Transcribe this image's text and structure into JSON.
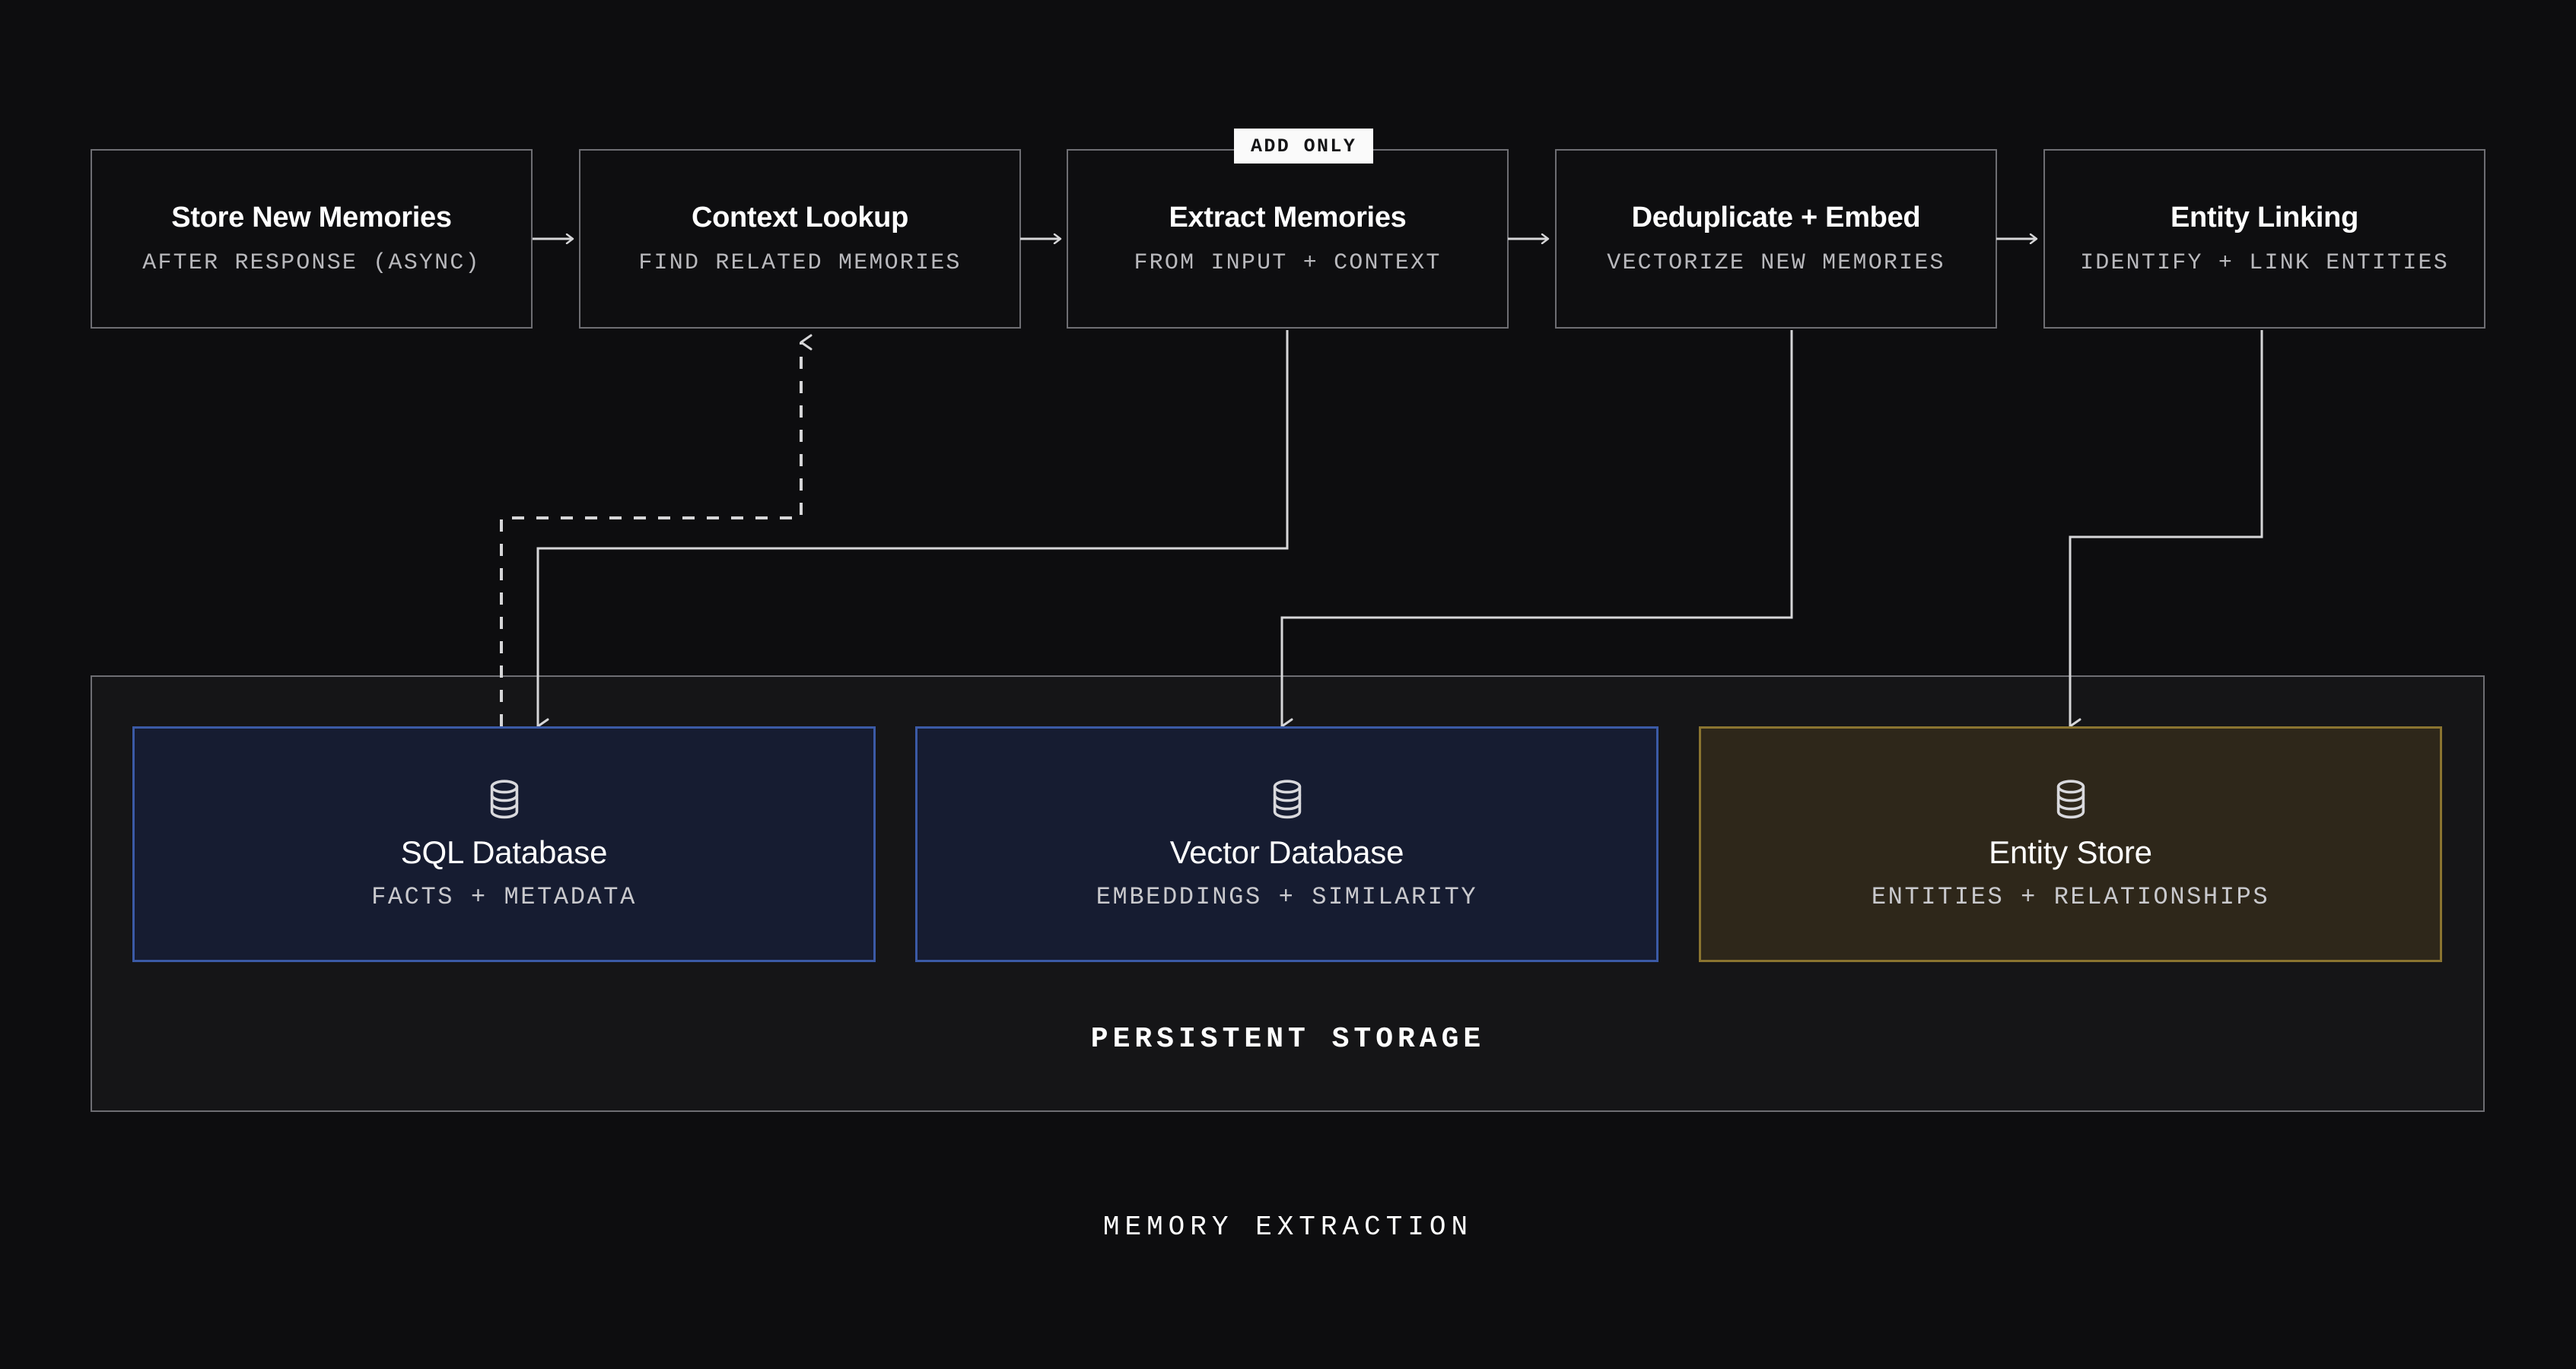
{
  "diagram": {
    "caption": "MEMORY EXTRACTION",
    "background_color": "#0d0d0f"
  },
  "badge": {
    "label": "ADD ONLY",
    "background_color": "#fafafa",
    "text_color": "#141416"
  },
  "pipeline": {
    "steps": [
      {
        "title": "Store New Memories",
        "subtitle": "AFTER RESPONSE (ASYNC)"
      },
      {
        "title": "Context Lookup",
        "subtitle": "FIND RELATED MEMORIES"
      },
      {
        "title": "Extract Memories",
        "subtitle": "FROM INPUT + CONTEXT"
      },
      {
        "title": "Deduplicate + Embed",
        "subtitle": "VECTORIZE NEW MEMORIES"
      },
      {
        "title": "Entity Linking",
        "subtitle": "IDENTIFY + LINK ENTITIES"
      }
    ],
    "connector_glyph": "arrow-right"
  },
  "storage": {
    "caption": "PERSISTENT STORAGE",
    "border_color": "#6e6e73",
    "cards": [
      {
        "title": "SQL Database",
        "subtitle": "FACTS + METADATA",
        "icon": "database-icon",
        "border_color": "#3b5aa6",
        "fill_color": "#161c31"
      },
      {
        "title": "Vector Database",
        "subtitle": "EMBEDDINGS + SIMILARITY",
        "icon": "database-icon",
        "border_color": "#3b5aa6",
        "fill_color": "#161c31"
      },
      {
        "title": "Entity Store",
        "subtitle": "ENTITIES + RELATIONSHIPS",
        "icon": "database-icon",
        "border_color": "#8a7430",
        "fill_color": "#2e271a"
      }
    ]
  },
  "edges": {
    "line_color": "#d6d6d8",
    "dashed_edge_label": "context-lookup-reads-sql"
  }
}
